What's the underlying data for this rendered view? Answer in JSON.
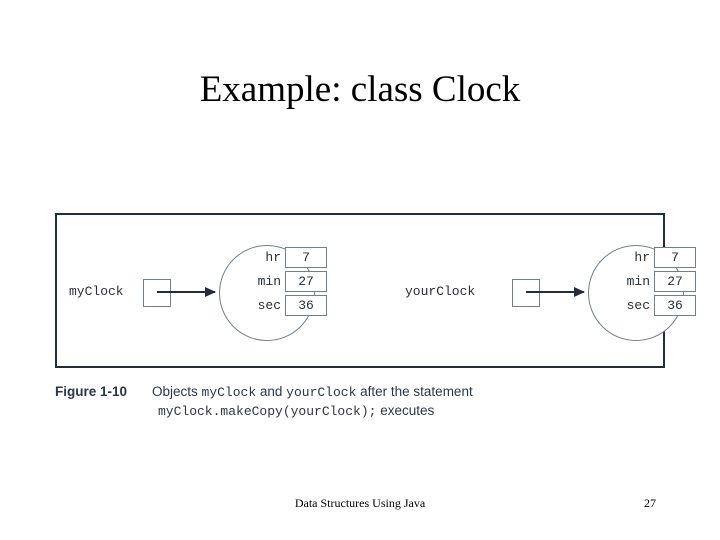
{
  "slide": {
    "title": "Example: class Clock",
    "colors": {
      "frame_border": "#1f2d3d",
      "shape_outline": "#6e7f90",
      "diagram_text": "#24303f",
      "caption_text": "#2b3748",
      "background": "#ffffff"
    }
  },
  "figure": {
    "objects": [
      {
        "variable_label": "myClock",
        "fields": [
          {
            "name": "hr",
            "value": "7"
          },
          {
            "name": "min",
            "value": "27"
          },
          {
            "name": "sec",
            "value": "36"
          }
        ]
      },
      {
        "variable_label": "yourClock",
        "fields": [
          {
            "name": "hr",
            "value": "7"
          },
          {
            "name": "min",
            "value": "27"
          },
          {
            "name": "sec",
            "value": "36"
          }
        ]
      }
    ],
    "caption": {
      "figure_number": "Figure 1-10",
      "line1_pre": "Objects ",
      "line1_code1": "myClock",
      "line1_mid": " and ",
      "line1_code2": "yourClock",
      "line1_post": " after the statement",
      "line2_code": "myClock.makeCopy(yourClock);",
      "line2_post": " executes"
    }
  },
  "footer": {
    "book_title": "Data Structures Using Java",
    "page_number": "27"
  }
}
